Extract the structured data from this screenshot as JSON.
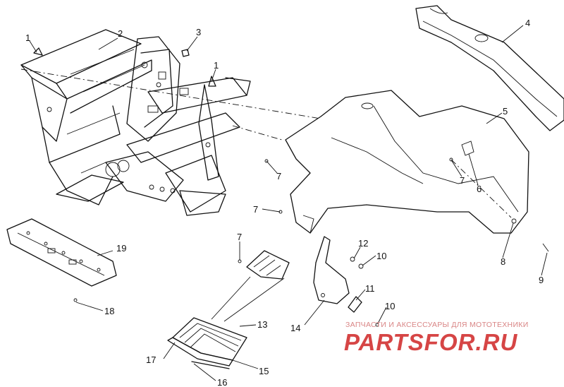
{
  "diagram": {
    "callouts": [
      {
        "id": "c1a",
        "label": "1"
      },
      {
        "id": "c2",
        "label": "2"
      },
      {
        "id": "c3",
        "label": "3"
      },
      {
        "id": "c1b",
        "label": "1"
      },
      {
        "id": "c4",
        "label": "4"
      },
      {
        "id": "c5",
        "label": "5"
      },
      {
        "id": "c7a",
        "label": "7"
      },
      {
        "id": "c7b",
        "label": "7"
      },
      {
        "id": "c6",
        "label": "6"
      },
      {
        "id": "c7c",
        "label": "7"
      },
      {
        "id": "c7d",
        "label": "7"
      },
      {
        "id": "c12",
        "label": "12"
      },
      {
        "id": "c10a",
        "label": "10"
      },
      {
        "id": "c8",
        "label": "8"
      },
      {
        "id": "c9",
        "label": "9"
      },
      {
        "id": "c19",
        "label": "19"
      },
      {
        "id": "c18",
        "label": "18"
      },
      {
        "id": "c11",
        "label": "11"
      },
      {
        "id": "c10b",
        "label": "10"
      },
      {
        "id": "c13",
        "label": "13"
      },
      {
        "id": "c14",
        "label": "14"
      },
      {
        "id": "c17",
        "label": "17"
      },
      {
        "id": "c15",
        "label": "15"
      },
      {
        "id": "c16",
        "label": "16"
      }
    ]
  },
  "watermark": {
    "tagline": "ЗАПЧАСТИ И АКСЕССУАРЫ ДЛЯ МОТОТЕХНИКИ",
    "logo_text": "PARTSFOR.RU",
    "color": "#d64545"
  }
}
